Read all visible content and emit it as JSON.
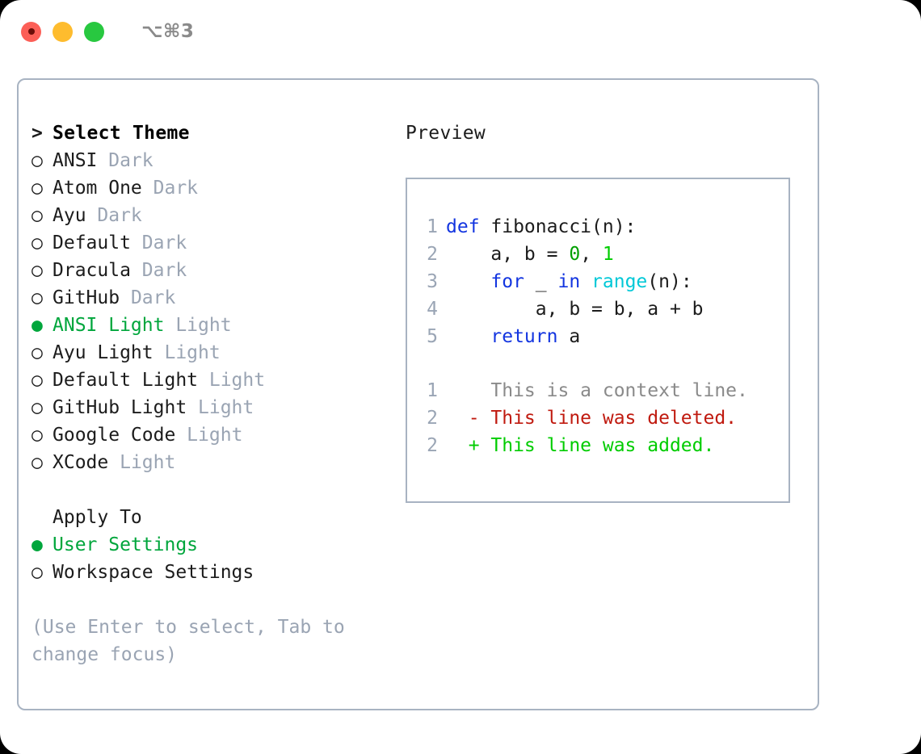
{
  "window": {
    "shortcut": "⌥⌘3",
    "traffic_lights": [
      {
        "name": "close",
        "color": "#fc5f57"
      },
      {
        "name": "minimize",
        "color": "#febc2e"
      },
      {
        "name": "maximize",
        "color": "#28c840"
      }
    ]
  },
  "theme_picker": {
    "prompt_marker": ">",
    "heading": "Select Theme",
    "radio_on": "●",
    "radio_off": "○",
    "items": [
      {
        "name": "ANSI",
        "variant": "Dark",
        "selected": false
      },
      {
        "name": "Atom One",
        "variant": "Dark",
        "selected": false
      },
      {
        "name": "Ayu",
        "variant": "Dark",
        "selected": false
      },
      {
        "name": "Default",
        "variant": "Dark",
        "selected": false
      },
      {
        "name": "Dracula",
        "variant": "Dark",
        "selected": false
      },
      {
        "name": "GitHub",
        "variant": "Dark",
        "selected": false
      },
      {
        "name": "ANSI Light",
        "variant": "Light",
        "selected": true
      },
      {
        "name": "Ayu Light",
        "variant": "Light",
        "selected": false
      },
      {
        "name": "Default Light",
        "variant": "Light",
        "selected": false
      },
      {
        "name": "GitHub Light",
        "variant": "Light",
        "selected": false
      },
      {
        "name": "Google Code",
        "variant": "Light",
        "selected": false
      },
      {
        "name": "XCode",
        "variant": "Light",
        "selected": false
      }
    ]
  },
  "apply_to": {
    "heading": "Apply To",
    "options": [
      {
        "label": "User Settings",
        "selected": true
      },
      {
        "label": "Workspace Settings",
        "selected": false
      }
    ]
  },
  "hint": "(Use Enter to select, Tab to change focus)",
  "preview": {
    "title": "Preview",
    "code_lines": [
      {
        "no": "1",
        "tokens": [
          {
            "t": "def ",
            "c": "kw"
          },
          {
            "t": "fibonacci(n):",
            "c": "txt"
          }
        ]
      },
      {
        "no": "2",
        "tokens": [
          {
            "t": "    a, b = ",
            "c": "txt"
          },
          {
            "t": "0",
            "c": "num0"
          },
          {
            "t": ", ",
            "c": "txt"
          },
          {
            "t": "1",
            "c": "num1"
          }
        ]
      },
      {
        "no": "3",
        "tokens": [
          {
            "t": "    ",
            "c": "txt"
          },
          {
            "t": "for",
            "c": "kw"
          },
          {
            "t": " _ ",
            "c": "txt"
          },
          {
            "t": "in",
            "c": "kw"
          },
          {
            "t": " ",
            "c": "txt"
          },
          {
            "t": "range",
            "c": "fn"
          },
          {
            "t": "(n):",
            "c": "txt"
          }
        ]
      },
      {
        "no": "4",
        "tokens": [
          {
            "t": "        a, b = b, a + b",
            "c": "txt"
          }
        ]
      },
      {
        "no": "5",
        "tokens": [
          {
            "t": "    ",
            "c": "txt"
          },
          {
            "t": "return",
            "c": "kw"
          },
          {
            "t": " a",
            "c": "txt"
          }
        ]
      }
    ],
    "diff_lines": [
      {
        "no": "1",
        "marker": "  ",
        "text": "This is a context line.",
        "kind": "ctx"
      },
      {
        "no": "2",
        "marker": "- ",
        "text": "This line was deleted.",
        "kind": "del"
      },
      {
        "no": "2",
        "marker": "+ ",
        "text": "This line was added.",
        "kind": "add"
      }
    ]
  },
  "colors": {
    "accent_green": "#00a63c",
    "border": "#a8b3c2",
    "muted": "#9aa4b3",
    "keyword": "#1335e0",
    "function": "#00c8d7",
    "number": "#00c000",
    "diff_add": "#00cc00",
    "diff_del": "#c01a0f",
    "diff_ctx": "#8a8a8a"
  }
}
